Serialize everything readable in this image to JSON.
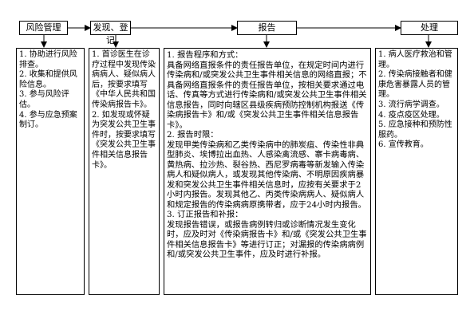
{
  "headers": [
    "风险管理",
    "发现、登记",
    "报告",
    "处理"
  ],
  "col1": [
    "1. 协助进行风险排查。",
    "2. 收集和提供风险信息。",
    "3. 参与风险评估。",
    "4. 参与应急预案制订。"
  ],
  "col2": [
    "1. 首诊医生在诊疗过程中发现传染病病人、疑似病人后，按要求填写《中华人民共和国传染病报告卡》。",
    "2. 如发现或怀疑为突发公共卫生事件时，按要求填写《突发公共卫生事件相关信息报告卡》。"
  ],
  "col3": [
    "1. 报告程序和方式：",
    "具备网络直报条件的责任报告单位，在规定时间内进行传染病和/或突发公共卫生事件相关信息的网络直报；不具备网络直报条件的责任报告单位，按相关要求通过电话、传真等方式进行传染病和/或突发公共卫生事件相关信息报告，同时向辖区县级疾病预防控制机构报送《传染病报告卡》和/或《突发公共卫生事件相关信息报告卡》。",
    "2. 报告时限：",
    "发现甲类传染病和乙类传染病中的肺炭疽、传染性非典型肺炎、埃博拉出血热、人感染禽流感、寨卡病毒病、黄热病、拉沙热、裂谷热、西尼罗病毒等新发输入传染病人和疑似病人，或发现其他传染病、不明原因疾病暴发和突发公共卫生事件相关信息时，应按有关要求于2小时内报告。发现其他乙、丙类传染病病人、疑似病人和规定报告的传染病病原携带者，应于24小时内报告。",
    "3. 订正报告和补报：",
    "发现报告错误，或报告病例转归或诊断情况发生变化时，应及时对《传染病报告卡》和/或《突发公共卫生事件相关信息报告卡》等进行订正；对漏报的传染病病例和/或突发公共卫生事件，应及时进行补报。"
  ],
  "col4": [
    "1. 病人医疗救治和管理。",
    "2. 传染病接触者和健康危害暴露人员的管理。",
    "3. 流行病学调查。",
    "4. 疫点疫区处理。",
    "5. 应急接种和预防性服药。",
    "6. 宣传教育。"
  ]
}
